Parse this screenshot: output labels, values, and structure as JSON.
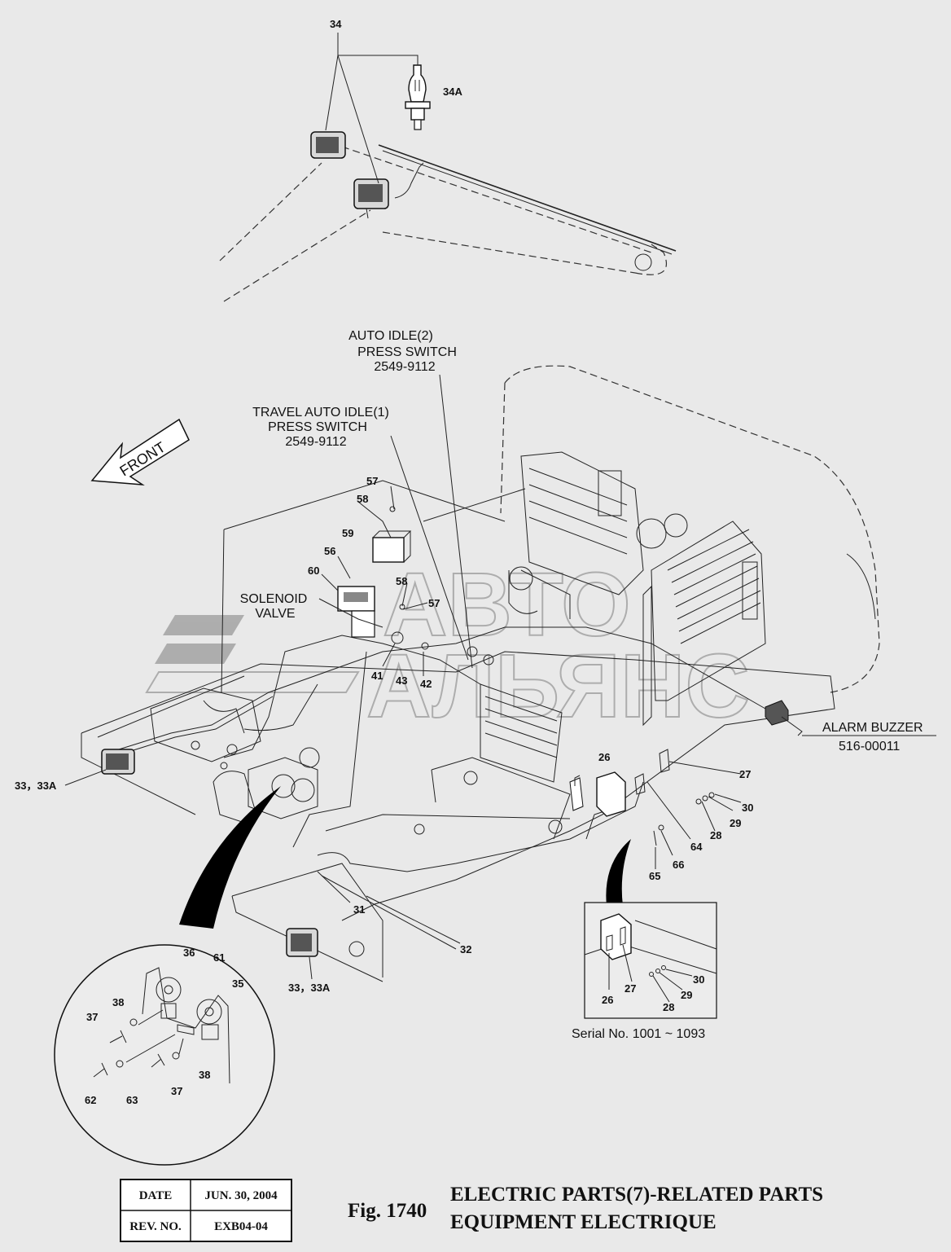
{
  "labels": {
    "front": "FRONT",
    "auto_idle_2": [
      "AUTO IDLE(2)",
      "PRESS SWITCH",
      "2549-9112"
    ],
    "travel_auto_idle_1": [
      "TRAVEL AUTO IDLE(1)",
      "PRESS SWITCH",
      "2549-9112"
    ],
    "solenoid_valve": [
      "SOLENOID",
      "VALVE"
    ],
    "alarm_buzzer": [
      "ALARM BUZZER",
      "516-00011"
    ],
    "serial": "Serial No. 1001 ~ 1093"
  },
  "part_numbers": {
    "p34": "34",
    "p34a": "34A",
    "p57a": "57",
    "p58a": "58",
    "p59": "59",
    "p56": "56",
    "p60": "60",
    "p58b": "58",
    "p57b": "57",
    "p41": "41",
    "p43": "43",
    "p42": "42",
    "p33a": "33，33A",
    "p33b": "33，33A",
    "p26": "26",
    "p27": "27",
    "p30": "30",
    "p29": "29",
    "p28": "28",
    "p64": "64",
    "p66": "66",
    "p65": "65",
    "p31": "31",
    "p32": "32",
    "d36": "36",
    "d61": "61",
    "d35": "35",
    "d38a": "38",
    "d37a": "37",
    "d38b": "38",
    "d37b": "37",
    "d62": "62",
    "d63": "63",
    "s30": "30",
    "s29": "29",
    "s28": "28",
    "s26": "26",
    "s27": "27"
  },
  "watermark": [
    "АВТО",
    "АЛЬЯНС"
  ],
  "title_box": {
    "date_label": "DATE",
    "date_value": "JUN. 30, 2004",
    "rev_label": "REV. NO.",
    "rev_value": "EXB04-04"
  },
  "figure": {
    "fig_no": "Fig. 1740",
    "title_en": "ELECTRIC PARTS(7)-RELATED PARTS",
    "title_fr": "EQUIPMENT ELECTRIQUE"
  }
}
